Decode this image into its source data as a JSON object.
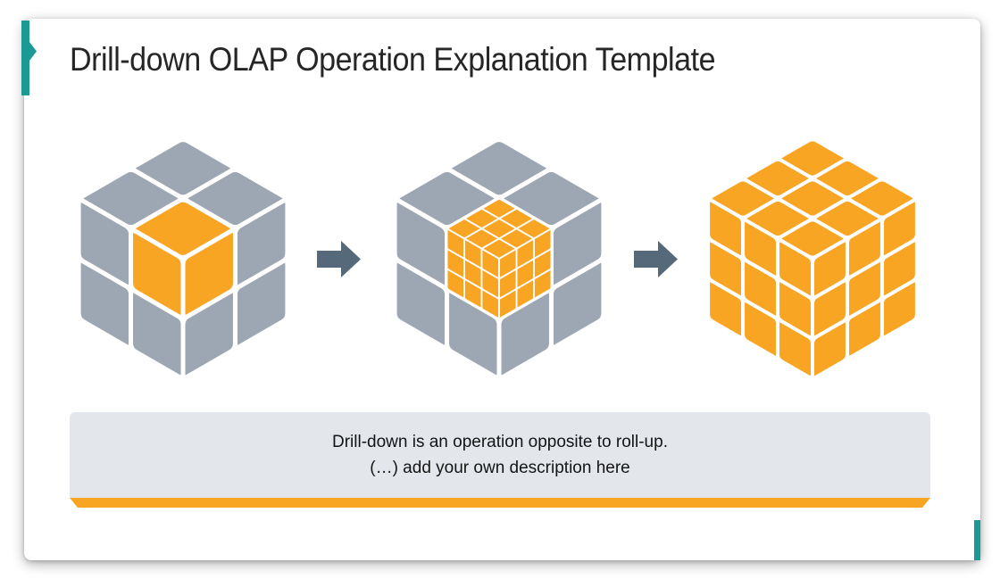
{
  "slide": {
    "title": "Drill-down OLAP Operation Explanation Template",
    "description": {
      "line1": "Drill-down is an operation opposite to roll-up.",
      "line2": "(…) add your own description here"
    }
  },
  "colors": {
    "orange": "#F9A524",
    "gray": "#9DA7B3",
    "arrow": "#56697B",
    "teal": "#1B9A94",
    "box_bg": "#E3E7EC",
    "title_text": "#262626",
    "body_text": "#141414",
    "tile_gap": "#FFFFFF"
  },
  "diagram": {
    "cubes": [
      {
        "id": "cube1",
        "label": "aggregated-cube",
        "grid": 2,
        "highlight": "front-top",
        "subdivision": 1
      },
      {
        "id": "cube2",
        "label": "drill-down-cube",
        "grid": 2,
        "highlight": "front-top",
        "subdivision": 3
      },
      {
        "id": "cube3",
        "label": "detailed-cube",
        "grid": 3,
        "highlight": "all",
        "subdivision": 1
      }
    ],
    "arrows": [
      {
        "id": "arrow1",
        "icon": "block-arrow-right"
      },
      {
        "id": "arrow2",
        "icon": "block-arrow-right"
      }
    ]
  }
}
